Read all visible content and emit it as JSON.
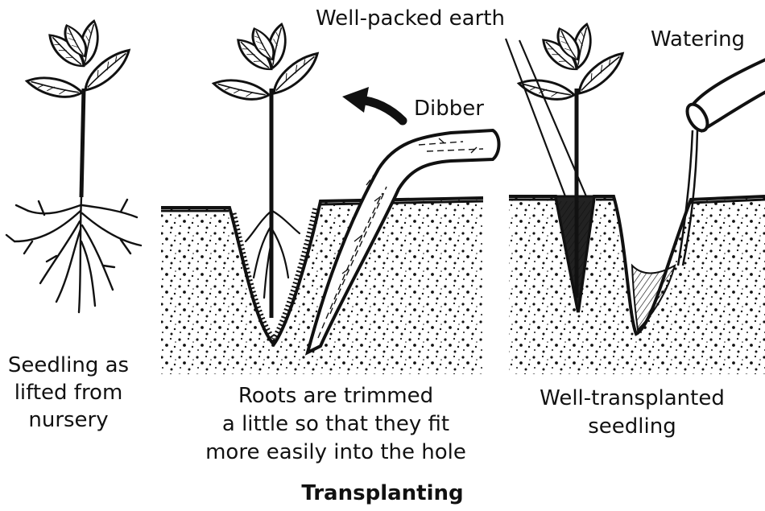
{
  "labels": {
    "well_packed_earth": "Well-packed  earth",
    "watering": "Watering",
    "dibber": "Dibber",
    "seedling_lifted": [
      "Seedling as",
      "lifted from",
      "nursery"
    ],
    "roots_trimmed": [
      "Roots are trimmed",
      "a little so that they fit",
      "more easily into the hole"
    ],
    "well_transplanted": [
      "Well-transplanted",
      "seedling"
    ],
    "title": "Transplanting"
  },
  "colors": {
    "ink": "#111111",
    "paper": "#ffffff"
  }
}
